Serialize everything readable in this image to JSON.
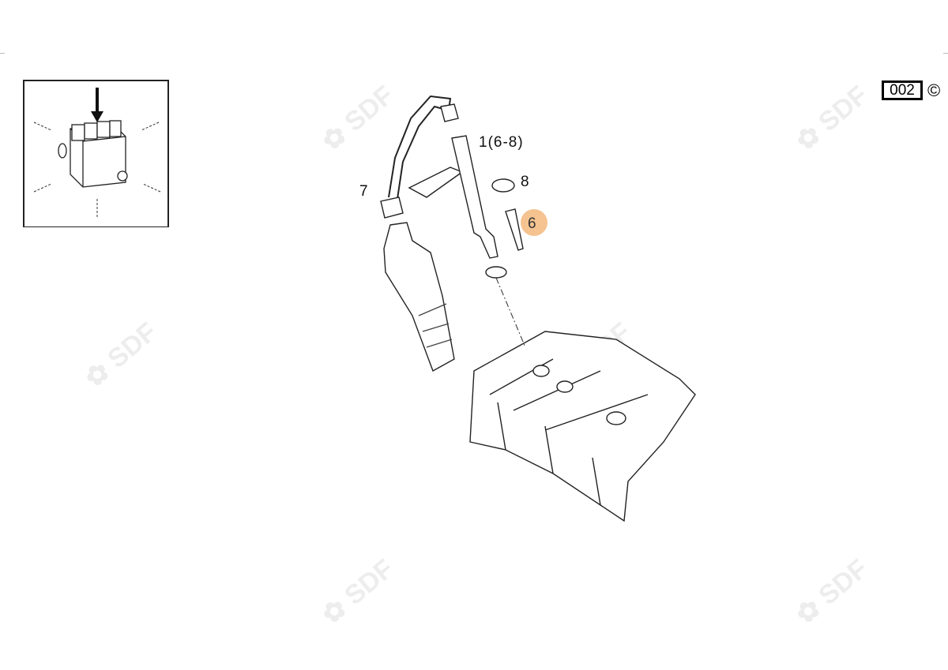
{
  "diagram": {
    "page_code": "002",
    "copyright_symbol": "©",
    "watermark": "SDF",
    "callouts": [
      {
        "id": "1",
        "text": "1(6-8)"
      },
      {
        "id": "7",
        "text": "7"
      },
      {
        "id": "8",
        "text": "8"
      },
      {
        "id": "6",
        "text": "6",
        "highlighted": true
      }
    ],
    "highlight_color": "#f5c390"
  }
}
